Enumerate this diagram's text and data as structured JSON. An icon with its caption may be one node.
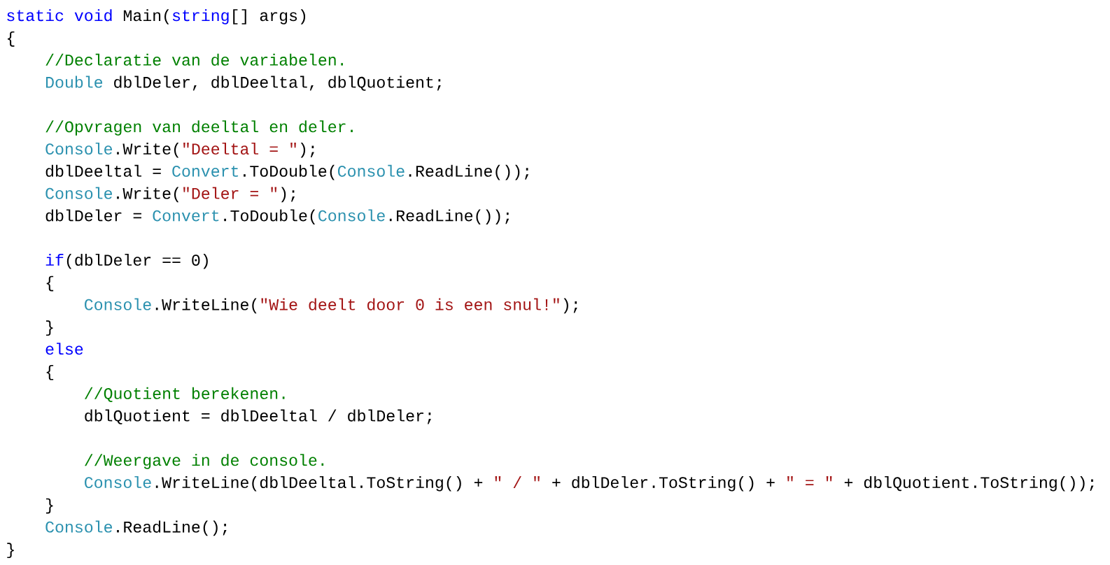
{
  "diagram": {
    "labels": [
      "static",
      "void",
      "Main(",
      "string",
      "[] args)",
      "{",
      "//Declaratie van de variabelen.",
      "Double",
      "dblDeler, dblDeeltal, dblQuotient;",
      "//Opvragen van deeltal en deler.",
      "Console",
      ".Write(",
      "\"Deeltal = \"",
      ");",
      "dblDeeltal =",
      "Convert",
      ".ToDouble(",
      "Console",
      ".ReadLine());",
      "Console",
      ".Write(",
      "\"Deler = \"",
      ");",
      "dblDeler =",
      "Convert",
      ".ToDouble(",
      "Console",
      ".ReadLine());",
      "if",
      "(dblDeler == 0)",
      "{",
      "Console",
      ".WriteLine(",
      "\"Wie deelt door 0 is een snul!\"",
      ");",
      "}",
      "else",
      "{",
      "//Quotient berekenen.",
      "dblQuotient = dblDeeltal / dblDeler;",
      "//Weergave in de console.",
      "Console",
      ".WriteLine(dblDeeltal.ToString() +",
      "\" / \"",
      "+ dblDeler.ToString() +",
      "\" = \"",
      "+ dblQuotient.ToString());",
      "}",
      "Console",
      ".ReadLine();",
      "}"
    ]
  }
}
